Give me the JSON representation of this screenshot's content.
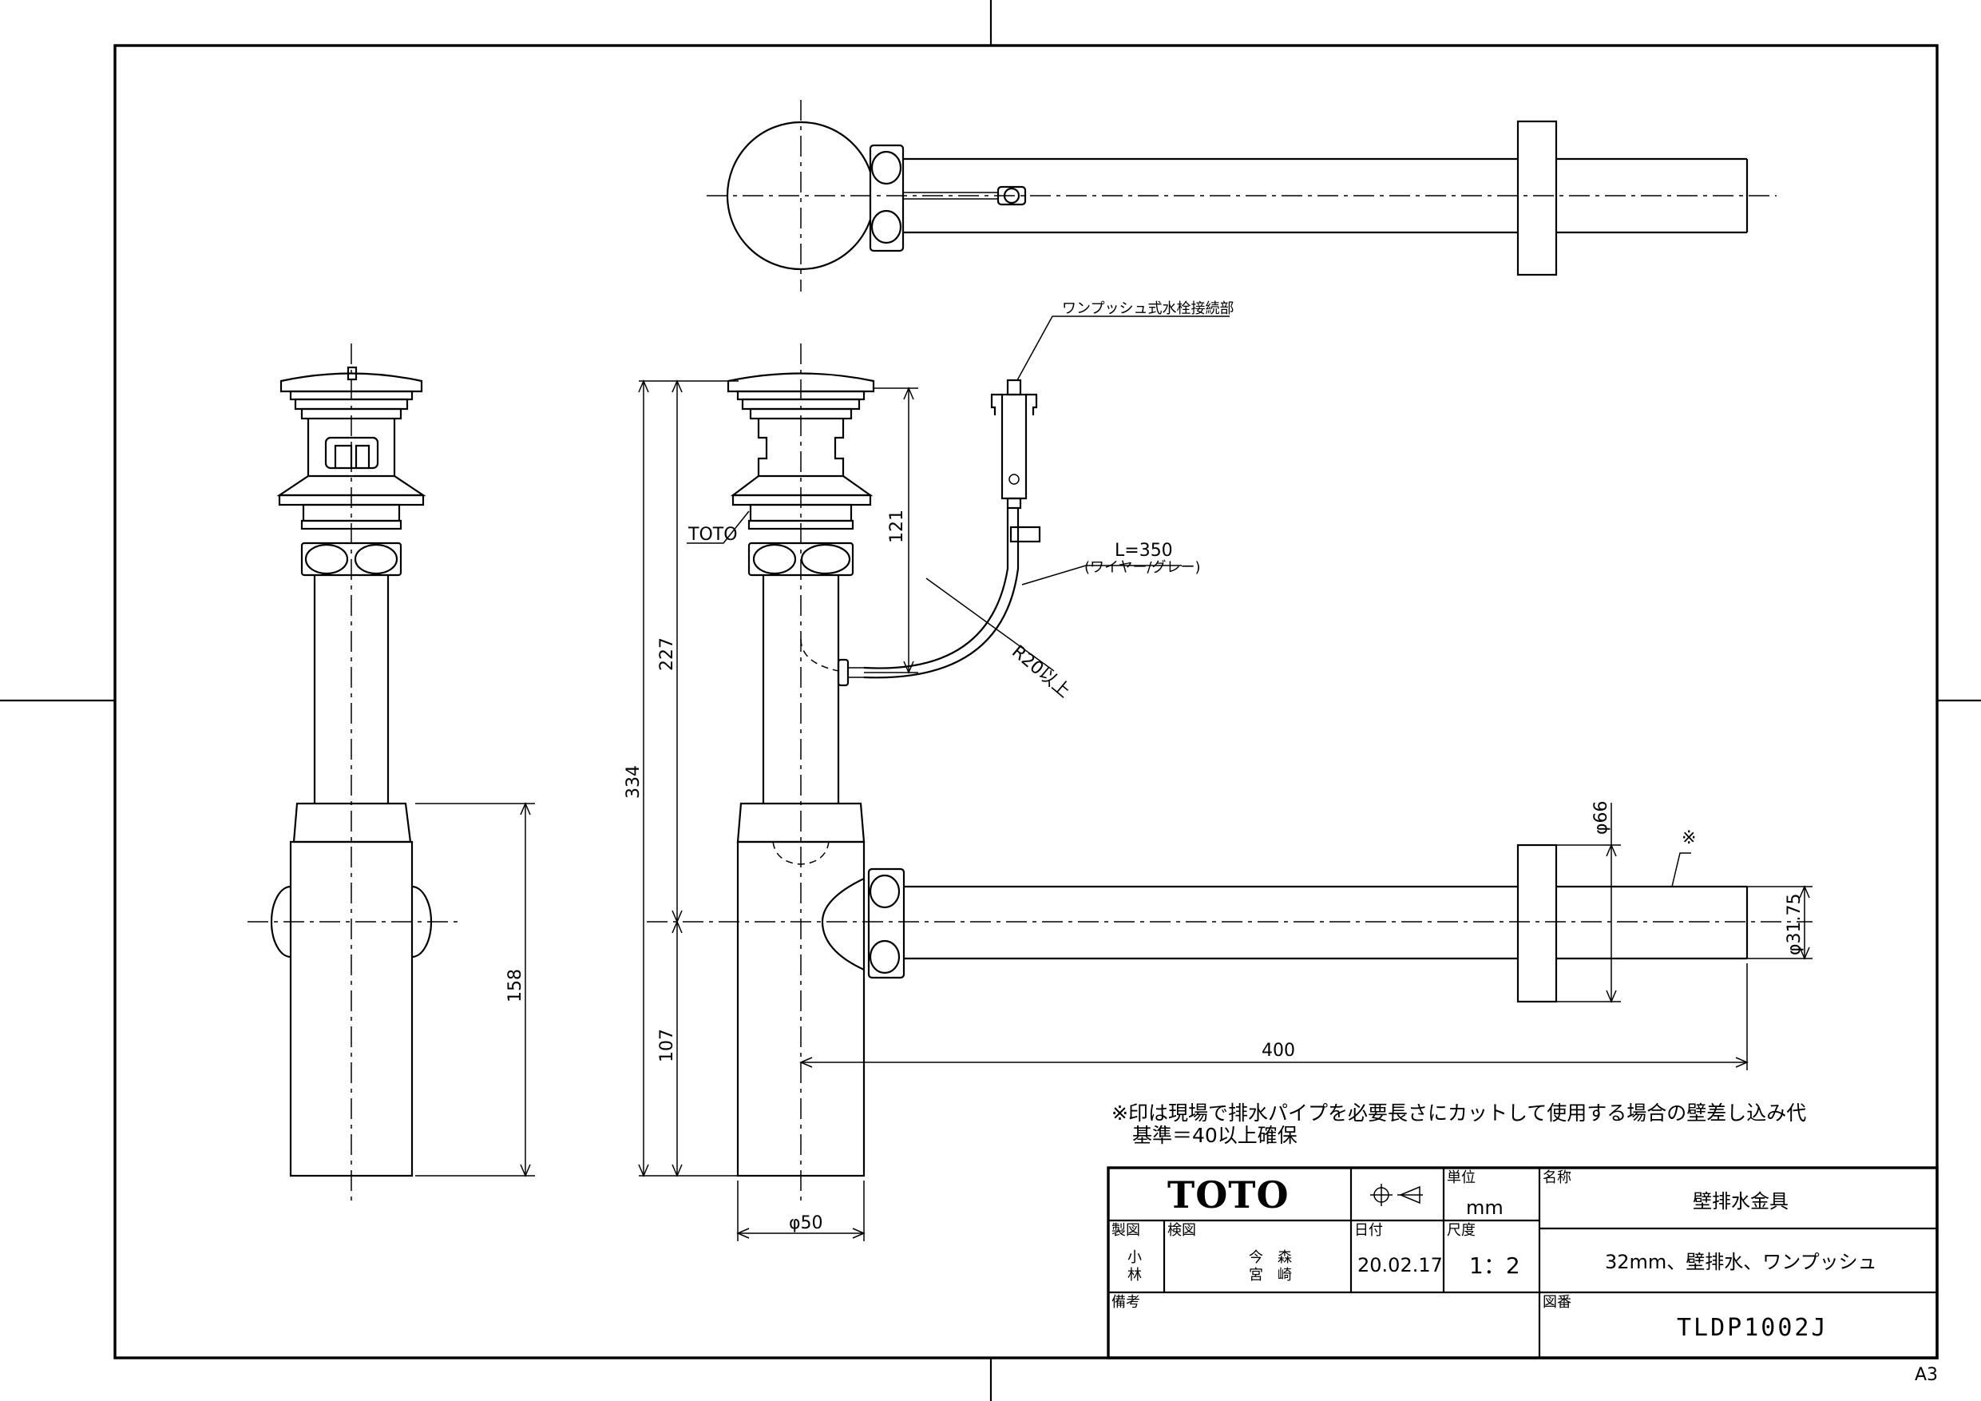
{
  "sheet_size": "A3",
  "title_block": {
    "logo": "TOTO",
    "unit_label": "単位",
    "unit_value": "mm",
    "name_label": "名称",
    "name_value": "壁排水金具",
    "drawn_label": "製図",
    "drawn_by_1": "小",
    "drawn_by_2": "林",
    "checked_label": "検図",
    "checked_by_1": "今　森",
    "checked_by_2": "宮　崎",
    "date_label": "日付",
    "date_value": "20.02.17",
    "scale_label": "尺度",
    "scale_value": "1：2",
    "spec_value": "32mm、壁排水、ワンプッシュ",
    "remarks_label": "備考",
    "drawing_no_label": "図番",
    "drawing_no_value": "TLDP1002J"
  },
  "labels": {
    "faucet_connection": "ワンプッシュ式水栓接続部",
    "wire_length": "L=350",
    "wire_type": "(ワイヤー/グレー)",
    "bend_radius": "R20以上",
    "brand_mark": "TOTO",
    "asterisk": "※"
  },
  "dimensions": {
    "d121": "121",
    "d227": "227",
    "d334": "334",
    "d107": "107",
    "d158": "158",
    "d400": "400",
    "d_phi50": "φ50",
    "d_phi66": "φ66",
    "d_phi3175": "φ31.75"
  },
  "notes": {
    "line1": "※印は現場で排水パイプを必要長さにカットして使用する場合の壁差し込み代",
    "line2": "基準＝40以上確保"
  }
}
